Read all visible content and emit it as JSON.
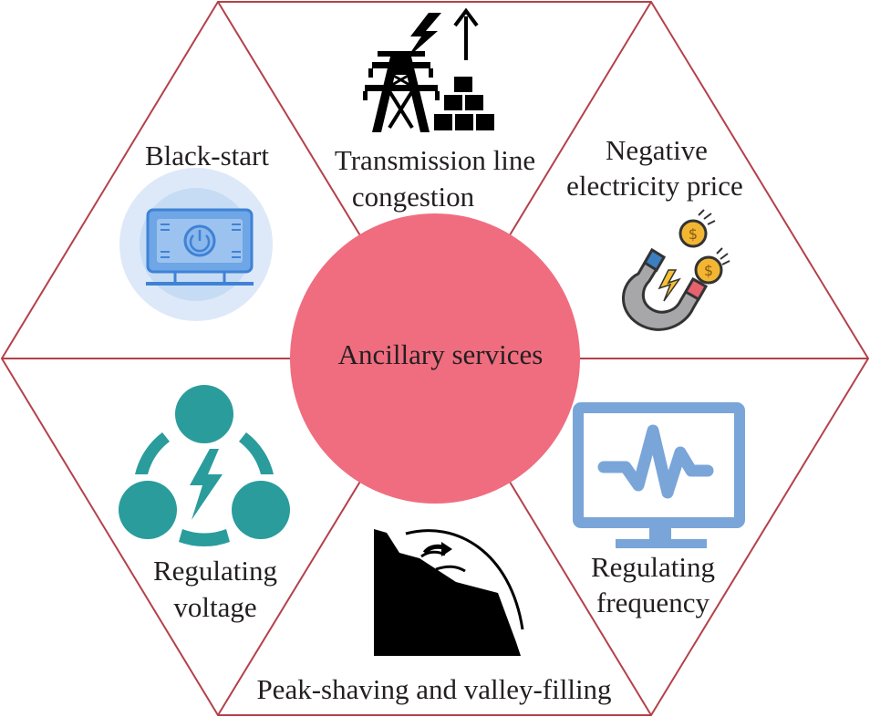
{
  "center": {
    "label": "Ancillary services",
    "color": "#ef6d7f"
  },
  "outline_color": "#b4414a",
  "segments": [
    {
      "id": "black-start",
      "lines": [
        "Black-start"
      ],
      "icon": "power-button-panel-icon",
      "icon_colors": [
        "#cfe3f7",
        "#b7d4f3",
        "#5f9ee3",
        "#3f82d6"
      ]
    },
    {
      "id": "transmission-line-congestion",
      "lines": [
        "Transmission line",
        "congestion"
      ],
      "icon": "transmission-tower-icon",
      "icon_colors": [
        "#000000"
      ]
    },
    {
      "id": "negative-electricity-price",
      "lines": [
        "Negative",
        "electricity price"
      ],
      "icon": "magnet-coins-icon",
      "icon_colors": [
        "#9e9ea0",
        "#e8616f",
        "#3c7fc1",
        "#e9a92a",
        "#f6c033"
      ]
    },
    {
      "id": "regulating-frequency",
      "lines": [
        "Regulating",
        "frequency"
      ],
      "icon": "monitor-waveform-icon",
      "icon_colors": [
        "#7aa5d8",
        "#ffffff"
      ]
    },
    {
      "id": "peak-shaving-and-valley-filling",
      "lines": [
        "Peak-shaving and valley-filling"
      ],
      "icon": "load-curve-icon",
      "icon_colors": [
        "#000000"
      ]
    },
    {
      "id": "regulating-voltage",
      "lines": [
        "Regulating",
        "voltage"
      ],
      "icon": "voltage-network-icon",
      "icon_colors": [
        "#2a9c9c"
      ]
    }
  ]
}
